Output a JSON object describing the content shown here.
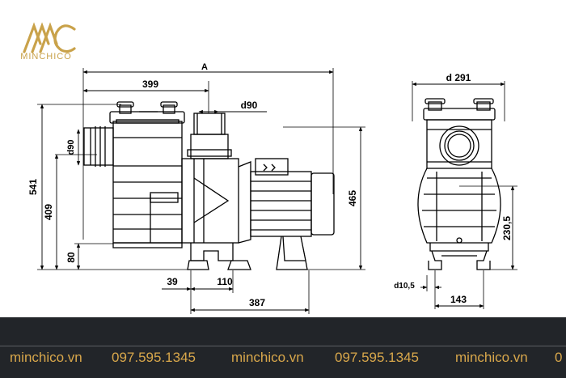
{
  "brand": {
    "name": "MINCHICO",
    "accent_color": "#c9a24a",
    "logo_icon": "mc-monogram-icon"
  },
  "drawing": {
    "side_view": {
      "dim_overall_length": "A",
      "dim_to_outlet_axis": "399",
      "dim_outlet": "d90",
      "dim_inlet": "d90",
      "dim_total_height": "541",
      "dim_inlet_height": "409",
      "dim_base_height": "80",
      "dim_outlet_height": "465",
      "dim_foot_offset": "39",
      "dim_foot_spacing": "110",
      "dim_foot_to_end": "387"
    },
    "front_view": {
      "dim_width": "d 291",
      "dim_shaft_height": "230,5",
      "dim_bolt_hole": "d10,5",
      "dim_foot_width": "143"
    }
  },
  "footer": {
    "background": "#222529",
    "text_color": "#d8a74b",
    "items": [
      "minchico.vn",
      "097.595.1345",
      "minchico.vn",
      "097.595.1345",
      "minchico.vn",
      "0"
    ]
  }
}
